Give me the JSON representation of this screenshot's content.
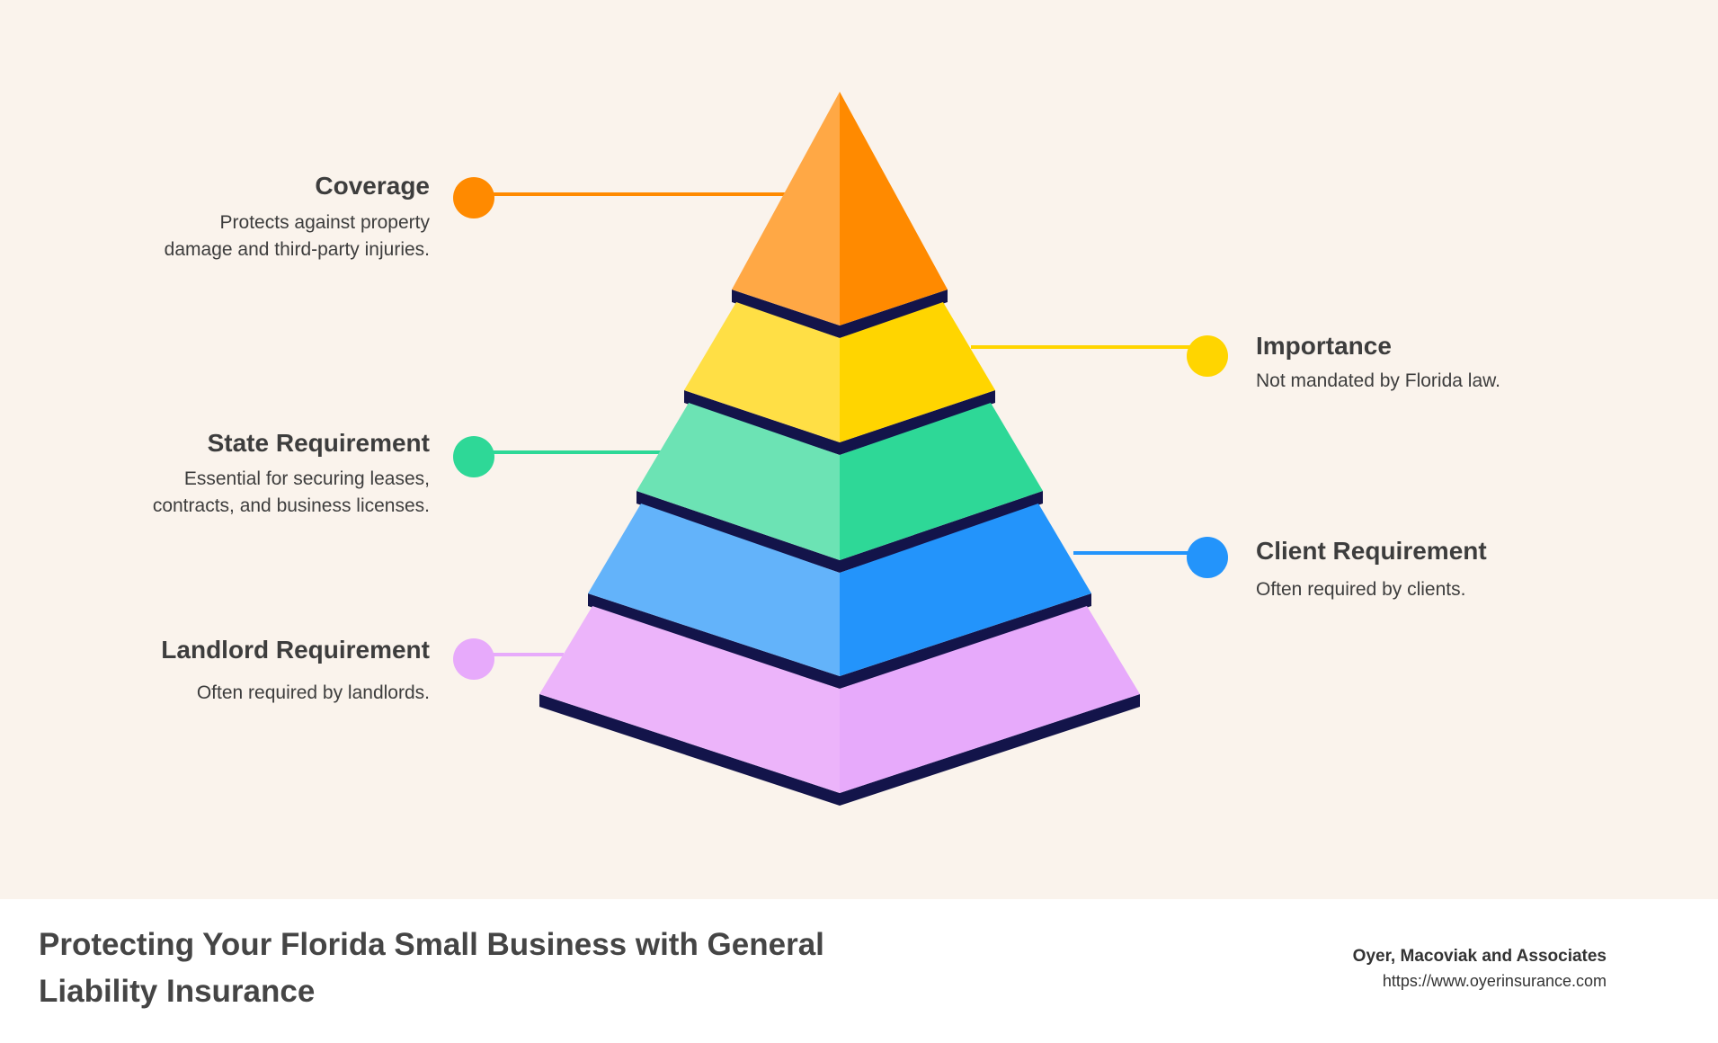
{
  "diagram": {
    "levels": [
      {
        "id": "coverage",
        "title": "Coverage",
        "desc_lines": [
          "Protects against property",
          "damage and third-party injuries."
        ],
        "side": "left",
        "color_light": "#ffa845",
        "color_dark": "#ff8a00"
      },
      {
        "id": "importance",
        "title": "Importance",
        "desc_lines": [
          "Not mandated by Florida law."
        ],
        "side": "right",
        "color_light": "#ffdf45",
        "color_dark": "#ffd500"
      },
      {
        "id": "state-requirement",
        "title": "State Requirement",
        "desc_lines": [
          "Essential for securing leases,",
          "contracts, and business licenses."
        ],
        "side": "left",
        "color_light": "#6ce3b4",
        "color_dark": "#2ed897"
      },
      {
        "id": "client-requirement",
        "title": "Client Requirement",
        "desc_lines": [
          "Often required by clients."
        ],
        "side": "right",
        "color_light": "#63b3fa",
        "color_dark": "#2394fb"
      },
      {
        "id": "landlord-requirement",
        "title": "Landlord Requirement",
        "desc_lines": [
          "Often required by landlords."
        ],
        "side": "left",
        "color_light": "#ecb4fa",
        "color_dark": "#e7aafb"
      }
    ],
    "edge_color": "#13144a",
    "background_color": "#faf3ec"
  },
  "footer": {
    "title": "Protecting Your Florida Small Business with General Liability Insurance",
    "company": "Oyer, Macoviak and Associates",
    "url": "https://www.oyerinsurance.com"
  }
}
